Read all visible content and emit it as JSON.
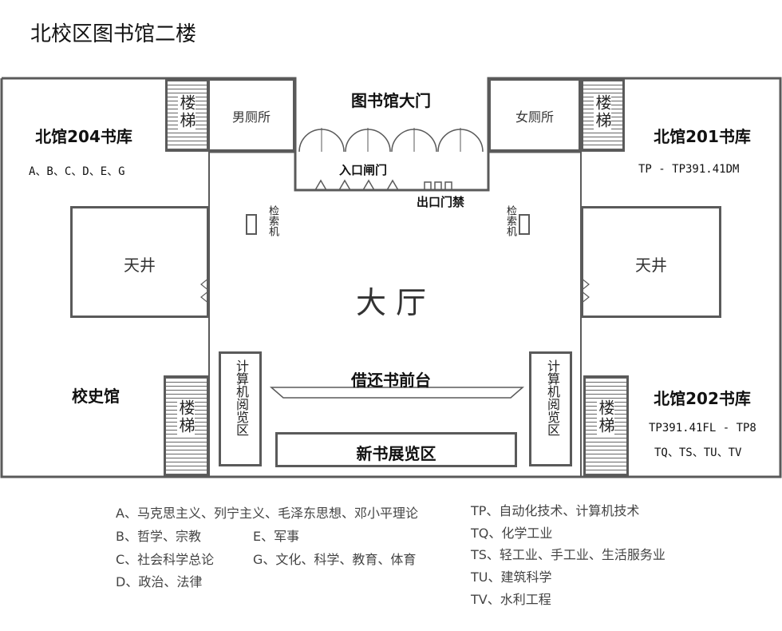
{
  "title": "北校区图书馆二楼",
  "rooms": {
    "stairs_label": "楼梯",
    "mens_restroom": "男厕所",
    "womens_restroom": "女厕所",
    "main_gate": "图书馆大门",
    "entrance_gate": "入口闸门",
    "exit_gate": "出口门禁",
    "search_machine": "检索机",
    "hall": "大  厅",
    "atrium": "天井",
    "circulation_desk": "借还书前台",
    "new_books": "新书展览区",
    "reading_area": "计算机阅览区",
    "history_museum": "校史馆"
  },
  "stacks": {
    "north204": {
      "name": "北馆204书库",
      "codes": "A、B、C、D、E、G"
    },
    "north201": {
      "name": "北馆201书库",
      "codes": "TP - TP391.41DM"
    },
    "north202": {
      "name": "北馆202书库",
      "codes1": "TP391.41FL - TP8",
      "codes2": "TQ、TS、TU、TV"
    }
  },
  "legend": {
    "left": [
      "A、马克思主义、列宁主义、毛泽东思想、邓小平理论",
      "B、哲学、宗教",
      "E、军事",
      "C、社会科学总论",
      "G、文化、科学、教育、体育",
      "D、政治、法律"
    ],
    "right": [
      "TP、自动化技术、计算机技术",
      "TQ、化学工业",
      "TS、轻工业、手工业、生活服务业",
      "TU、建筑科学",
      "TV、水利工程"
    ]
  }
}
